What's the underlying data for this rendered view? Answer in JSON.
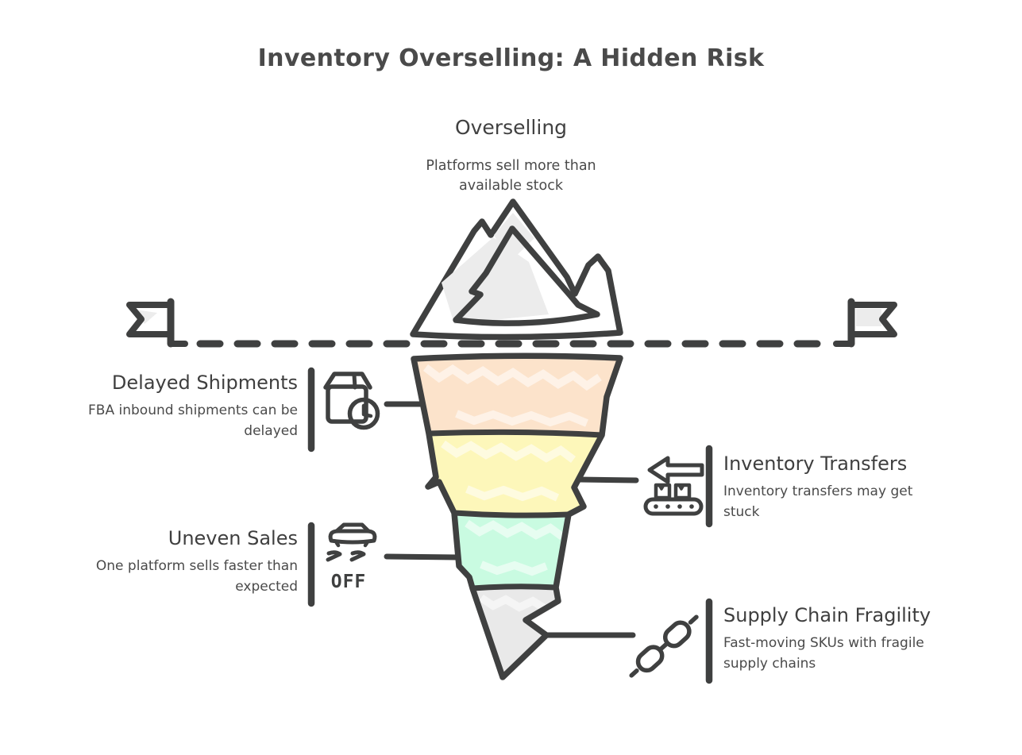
{
  "title": "Inventory Overselling: A Hidden Risk",
  "top_label": {
    "title": "Overselling",
    "subtitle": "Platforms sell more than available stock"
  },
  "labels": {
    "delayed_shipments": {
      "title": "Delayed Shipments",
      "desc": "FBA inbound shipments can be delayed"
    },
    "inventory_transfers": {
      "title": "Inventory Transfers",
      "desc": "Inventory transfers may get stuck"
    },
    "uneven_sales": {
      "title": "Uneven Sales",
      "desc": "One platform sells faster than expected"
    },
    "supply_chain": {
      "title": "Supply Chain Fragility",
      "desc": "Fast-moving SKUs with fragile supply chains"
    }
  },
  "icons": {
    "traction_off_label": "OFF",
    "names": [
      "package-clock-icon",
      "conveyor-arrow-icon",
      "traction-off-icon",
      "broken-chain-icon",
      "flag-left-icon",
      "flag-right-icon",
      "iceberg-peak",
      "waterline"
    ]
  },
  "colors": {
    "outline": "#3f4040",
    "peach": "#fce3cb",
    "yellow": "#fdf7ba",
    "mint": "#c9fbe1",
    "gray": "#e9e9e9",
    "light_gray": "#ececec"
  }
}
